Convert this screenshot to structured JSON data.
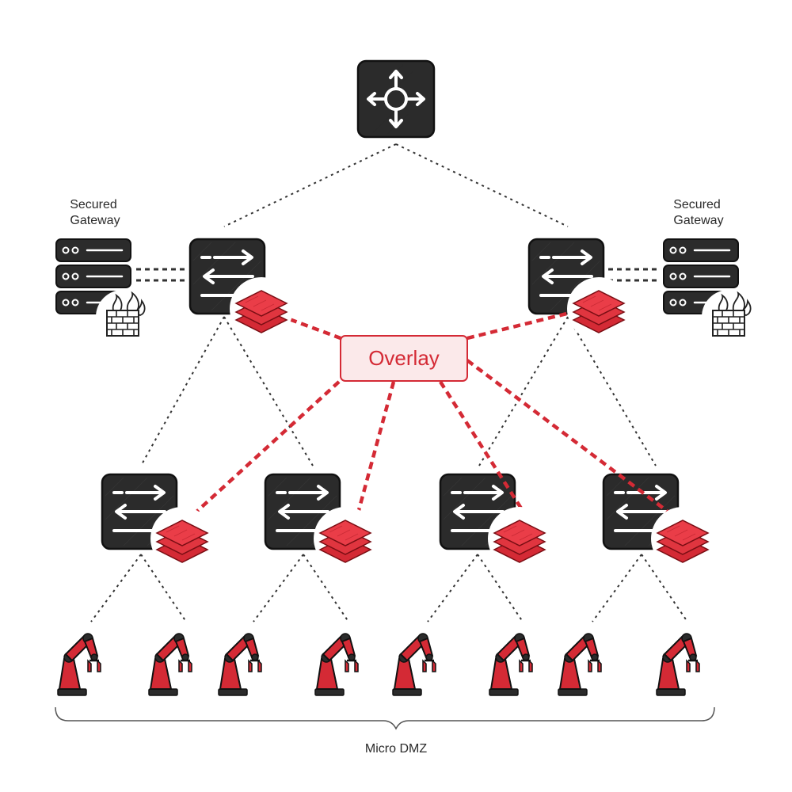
{
  "labels": {
    "gateway_left": [
      "Secured",
      "Gateway"
    ],
    "gateway_right": [
      "Secured",
      "Gateway"
    ],
    "overlay": "Overlay",
    "micro_dmz": "Micro DMZ"
  },
  "nodes": {
    "core": {
      "type": "router",
      "icon": "router-icon"
    },
    "distribution": [
      {
        "id": "dist-left",
        "type": "switch",
        "icon": "switch-icon",
        "overlay_icon": "overlay-layers-icon"
      },
      {
        "id": "dist-right",
        "type": "switch",
        "icon": "switch-icon",
        "overlay_icon": "overlay-layers-icon"
      }
    ],
    "gateways": [
      {
        "id": "gateway-left",
        "type": "server",
        "icon": "server-stack-icon",
        "badge": "firewall-icon"
      },
      {
        "id": "gateway-right",
        "type": "server",
        "icon": "server-stack-icon",
        "badge": "firewall-icon"
      }
    ],
    "access": [
      {
        "id": "access-1",
        "type": "switch",
        "icon": "switch-icon",
        "overlay_icon": "overlay-layers-icon"
      },
      {
        "id": "access-2",
        "type": "switch",
        "icon": "switch-icon",
        "overlay_icon": "overlay-layers-icon"
      },
      {
        "id": "access-3",
        "type": "switch",
        "icon": "switch-icon",
        "overlay_icon": "overlay-layers-icon"
      },
      {
        "id": "access-4",
        "type": "switch",
        "icon": "switch-icon",
        "overlay_icon": "overlay-layers-icon"
      }
    ],
    "robots": [
      {
        "id": "robot-1",
        "icon": "robot-arm-icon"
      },
      {
        "id": "robot-2",
        "icon": "robot-arm-icon"
      },
      {
        "id": "robot-3",
        "icon": "robot-arm-icon"
      },
      {
        "id": "robot-4",
        "icon": "robot-arm-icon"
      },
      {
        "id": "robot-5",
        "icon": "robot-arm-icon"
      },
      {
        "id": "robot-6",
        "icon": "robot-arm-icon"
      },
      {
        "id": "robot-7",
        "icon": "robot-arm-icon"
      },
      {
        "id": "robot-8",
        "icon": "robot-arm-icon"
      }
    ]
  },
  "colors": {
    "device_fill": "#2b2b2b",
    "device_stroke": "#111111",
    "accent_red": "#d42a35",
    "accent_red_light": "#fbe9ea",
    "link_gray": "#333333",
    "text": "#2a2a2a"
  }
}
